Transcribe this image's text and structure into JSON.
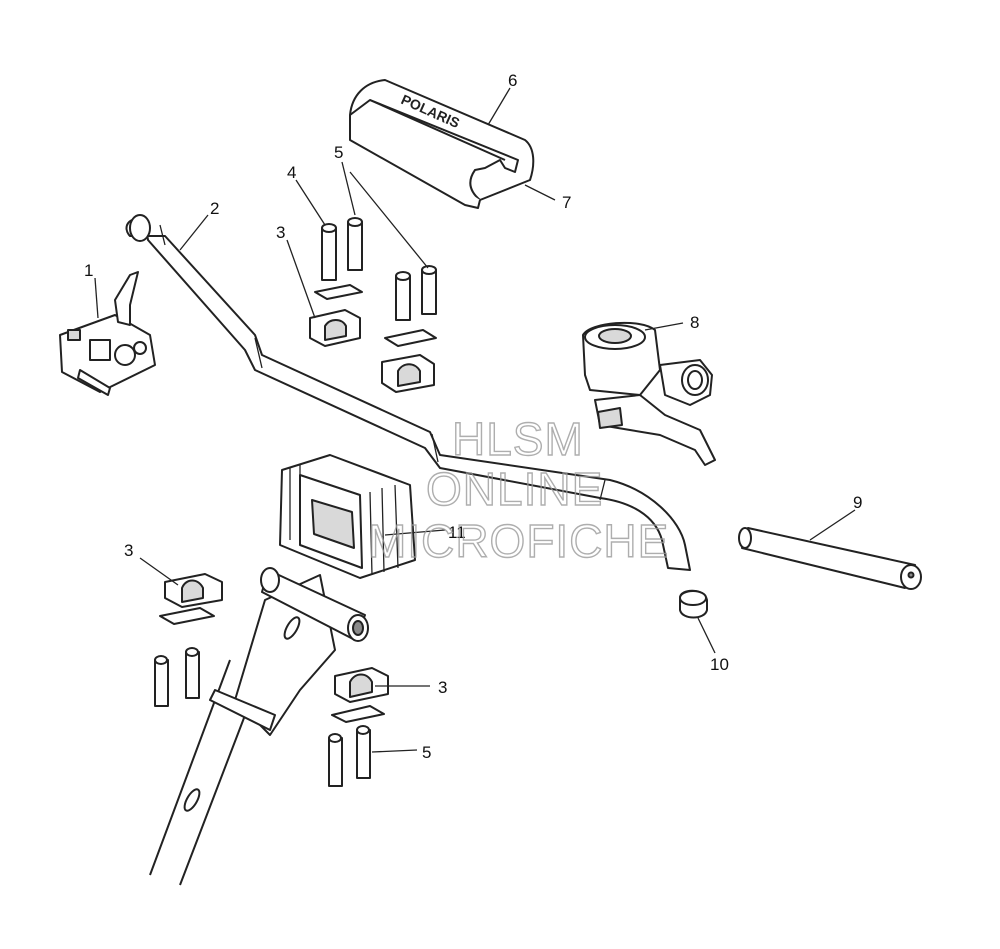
{
  "callouts": {
    "c1": "1",
    "c2": "2",
    "c3a": "3",
    "c3b": "3",
    "c3c": "3",
    "c4": "4",
    "c5a": "5",
    "c5b": "5",
    "c6": "6",
    "c7": "7",
    "c8": "8",
    "c9": "9",
    "c10": "10",
    "c11": "11"
  },
  "watermark": {
    "line1": "HLSM",
    "line2": "ONLINE",
    "line3": "MICROFICHE"
  },
  "pad_brand": "POLARIS"
}
